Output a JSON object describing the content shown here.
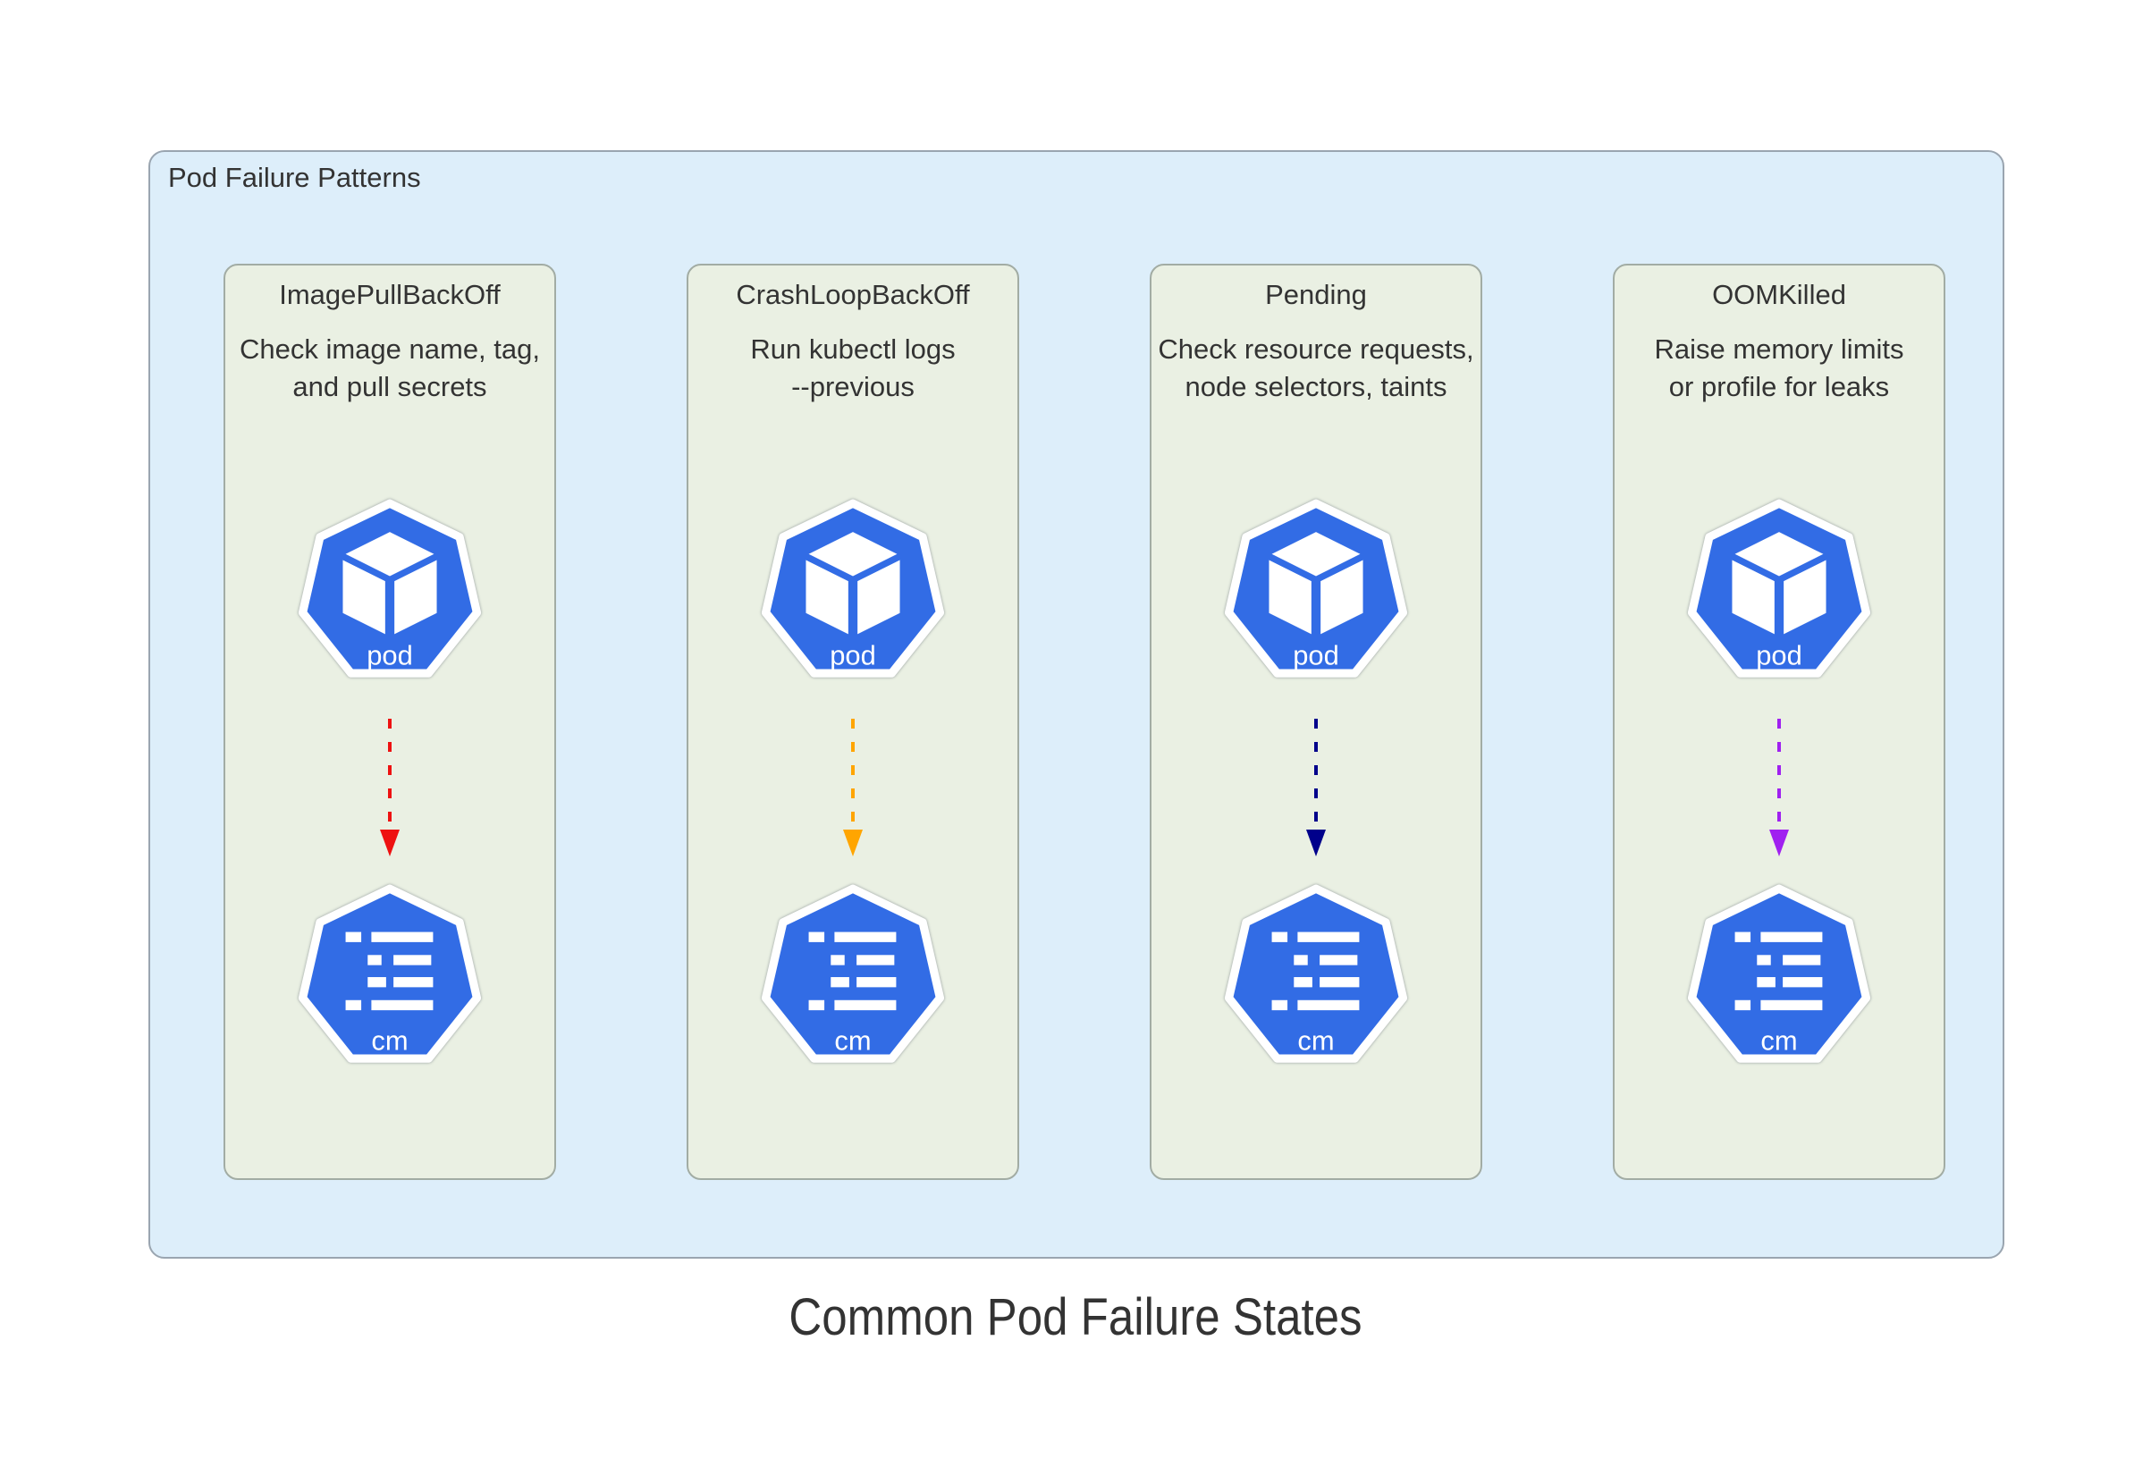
{
  "diagram": {
    "panel": {
      "label": "Pod Failure Patterns"
    },
    "caption": "Common Pod Failure States",
    "colors": {
      "panel_bg": "#ddeefa",
      "panel_border": "#9aa5b0",
      "card_bg": "#eaf0e3",
      "card_border": "#a2aca4",
      "k8s_blue": "#326ce5",
      "icon_glyph": "#ffffff",
      "text": "#333333"
    },
    "cards": [
      {
        "title": "ImagePullBackOff",
        "description_lines": [
          "Check image name, tag,",
          "and pull secrets"
        ],
        "pod_label": "pod",
        "cm_label": "cm",
        "arrow_color": "#ee1111"
      },
      {
        "title": "CrashLoopBackOff",
        "description_lines": [
          "Run kubectl logs",
          "--previous"
        ],
        "pod_label": "pod",
        "cm_label": "cm",
        "arrow_color": "#ffa500"
      },
      {
        "title": "Pending",
        "description_lines": [
          "Check resource requests,",
          "node selectors, taints"
        ],
        "pod_label": "pod",
        "cm_label": "cm",
        "arrow_color": "#00008b"
      },
      {
        "title": "OOMKilled",
        "description_lines": [
          "Raise memory limits",
          "or profile for leaks"
        ],
        "pod_label": "pod",
        "cm_label": "cm",
        "arrow_color": "#a020f0"
      }
    ]
  }
}
